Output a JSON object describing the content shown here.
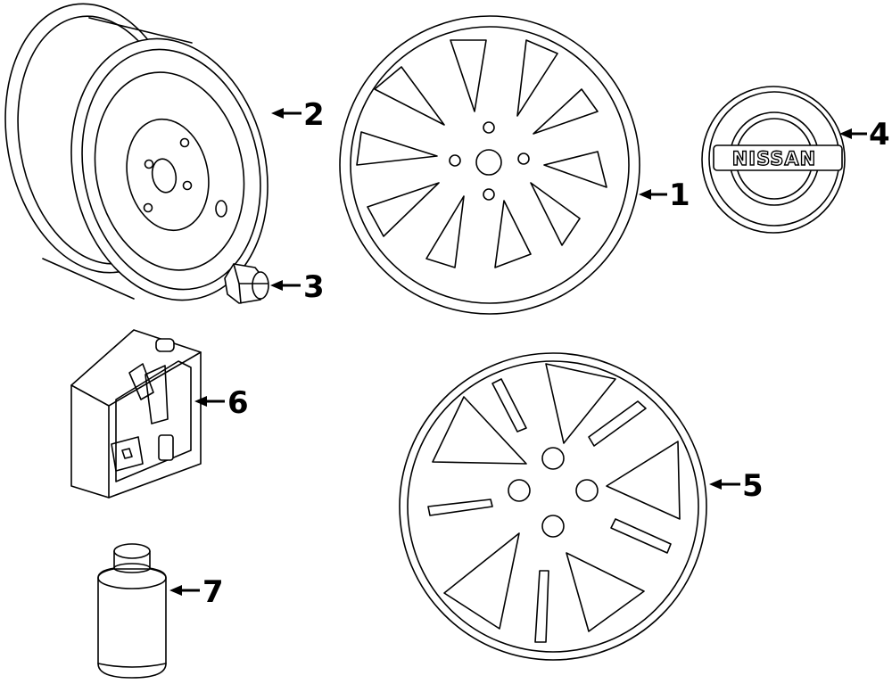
{
  "callouts": {
    "c1": "1",
    "c2": "2",
    "c3": "3",
    "c4": "4",
    "c5": "5",
    "c6": "6",
    "c7": "7"
  },
  "emblem": {
    "text": "NISSAN"
  }
}
